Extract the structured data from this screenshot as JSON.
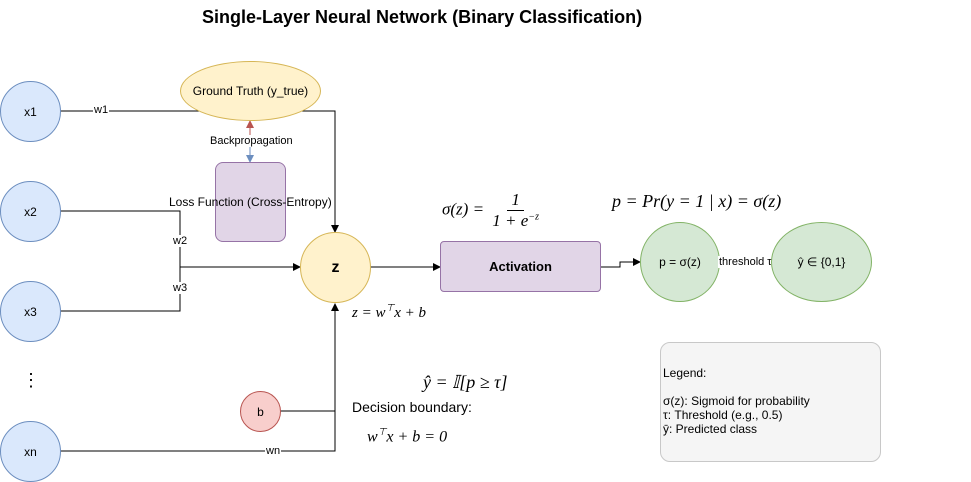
{
  "title": "Single-Layer Neural Network (Binary Classification)",
  "inputs": [
    "x1",
    "x2",
    "x3",
    "⋮",
    "xn"
  ],
  "weights": [
    "w1",
    "w2",
    "w3",
    "wn"
  ],
  "bias": "b",
  "ground_truth": "Ground Truth (y_true)",
  "backprop": "Backpropagation",
  "loss": "Loss Function (Cross-Entropy)",
  "sum_node": "z",
  "sum_formula": {
    "lhs": "z = w",
    "sup": "⊤",
    "rhs": "x + b"
  },
  "activation": "Activation",
  "sigmoid_formula": {
    "lhs": "σ(z) =",
    "num": "1",
    "den_base": "1 + e",
    "den_sup": "−z"
  },
  "prob_formula": "p = Pr(y = 1 | x) = σ(z)",
  "prob_node": "p = σ(z)",
  "threshold_label": "threshold τ",
  "output_node": "ŷ ∈ {0,1}",
  "decision_rule": "ŷ = 𝕀[p ≥ τ]",
  "decision_label": "Decision boundary:",
  "boundary_formula": {
    "lhs": "w",
    "sup": "⊤",
    "rhs": "x + b = 0"
  },
  "legend": {
    "title": "Legend:",
    "items": [
      "σ(z): Sigmoid for probability",
      "τ: Threshold (e.g., 0.5)",
      "ȳ: Predicted class"
    ]
  },
  "colors": {
    "input_fill": "#dae8fc",
    "input_stroke": "#6c8ebf",
    "sum_fill": "#fff2cc",
    "sum_stroke": "#d6b656",
    "activation_fill": "#e1d5e7",
    "activation_stroke": "#9673a6",
    "output_fill": "#d5e8d4",
    "output_stroke": "#82b366",
    "bias_fill": "#f8cecc",
    "bias_stroke": "#b85450",
    "backprop_up": "#b85450",
    "backprop_down": "#6c8ebf"
  }
}
